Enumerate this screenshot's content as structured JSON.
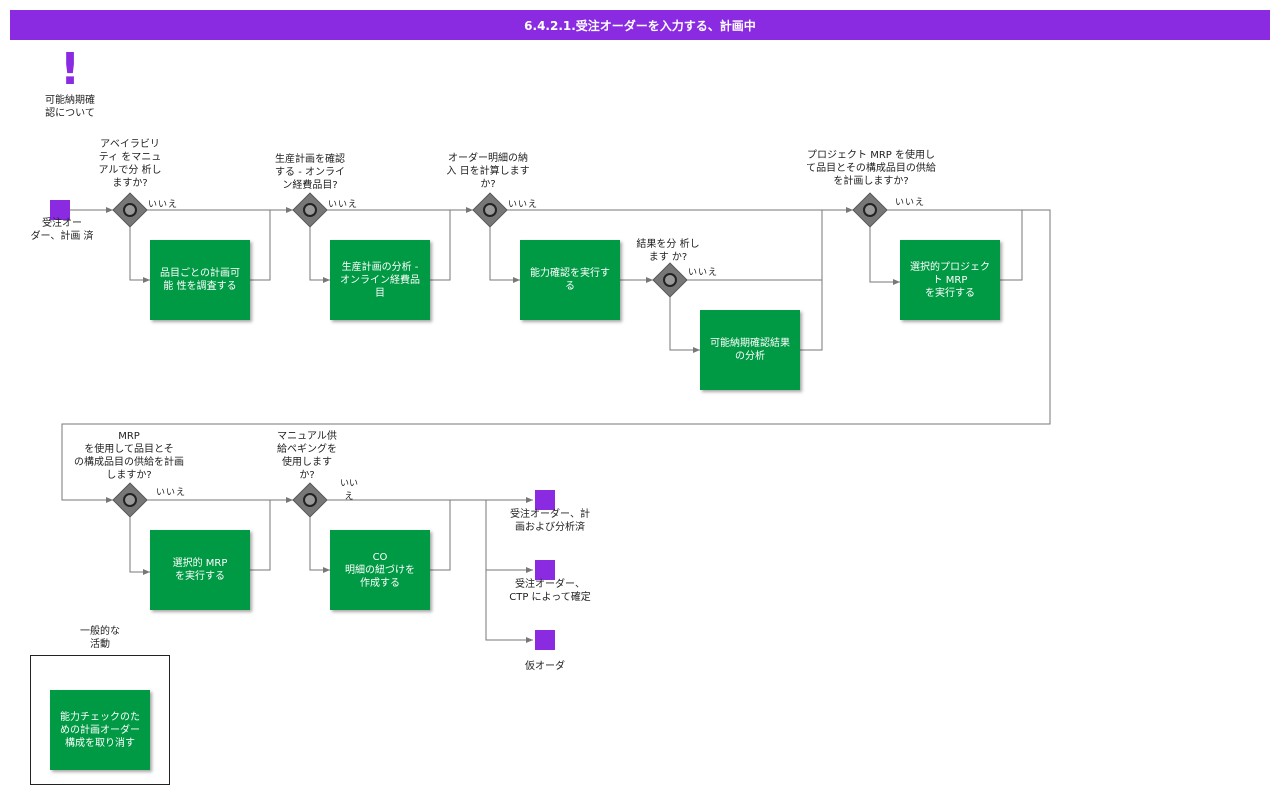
{
  "title": "6.4.2.1.受注オーダーを入力する、計画中",
  "note": {
    "label": "可能納期確\n認について"
  },
  "start_event": {
    "label": "受注オー\nダー、計画 済"
  },
  "gateways": [
    {
      "question": "アベイラビリ\nティ をマニュ\nアルで分 析し\nますか?",
      "no_label": "いいえ"
    },
    {
      "question": "生産計画を確認\nする - オンライ\nン経費品目?",
      "no_label": "いいえ"
    },
    {
      "question": "オーダー明細の納\n入 日を計算します\nか?",
      "no_label": "いいえ"
    },
    {
      "question": "結果を分 析し\nます か?",
      "no_label": "いいえ"
    },
    {
      "question": "プロジェクト MRP を使用し\nて品目とその構成品目の供給\nを計画しますか?",
      "no_label": "いいえ"
    },
    {
      "question": "MRP\nを使用して品目とそ\nの構成品目の供給を計画\nしますか?",
      "no_label": "いいえ"
    },
    {
      "question": "マニュアル供\n給ペギングを\n使用します\nか?",
      "no_label": "いい\nえ"
    }
  ],
  "tasks": [
    "品目ごとの計画可\n能 性を調査する",
    "生産計画の分析 -\nオンライン経費品\n目",
    "能力確認を実行す\nる",
    "可能納期確認結果\nの分析",
    "選択的プロジェク\nト MRP\nを実行する",
    "選択的 MRP\nを実行する",
    "CO\n明細の紐づけを\n作成する",
    "能力チェックのた\nめの計画オーダー\n構成を取り消す"
  ],
  "end_events": [
    "受注オーダー、計\n画および分析済",
    "受注オーダー、\nCTP によって確定",
    "仮オーダ"
  ],
  "group": {
    "label": "一般的な\n活動"
  },
  "colors": {
    "title_bg": "#8a2be2",
    "task": "#009944",
    "event": "#8a2be2",
    "gateway": "#777777"
  }
}
